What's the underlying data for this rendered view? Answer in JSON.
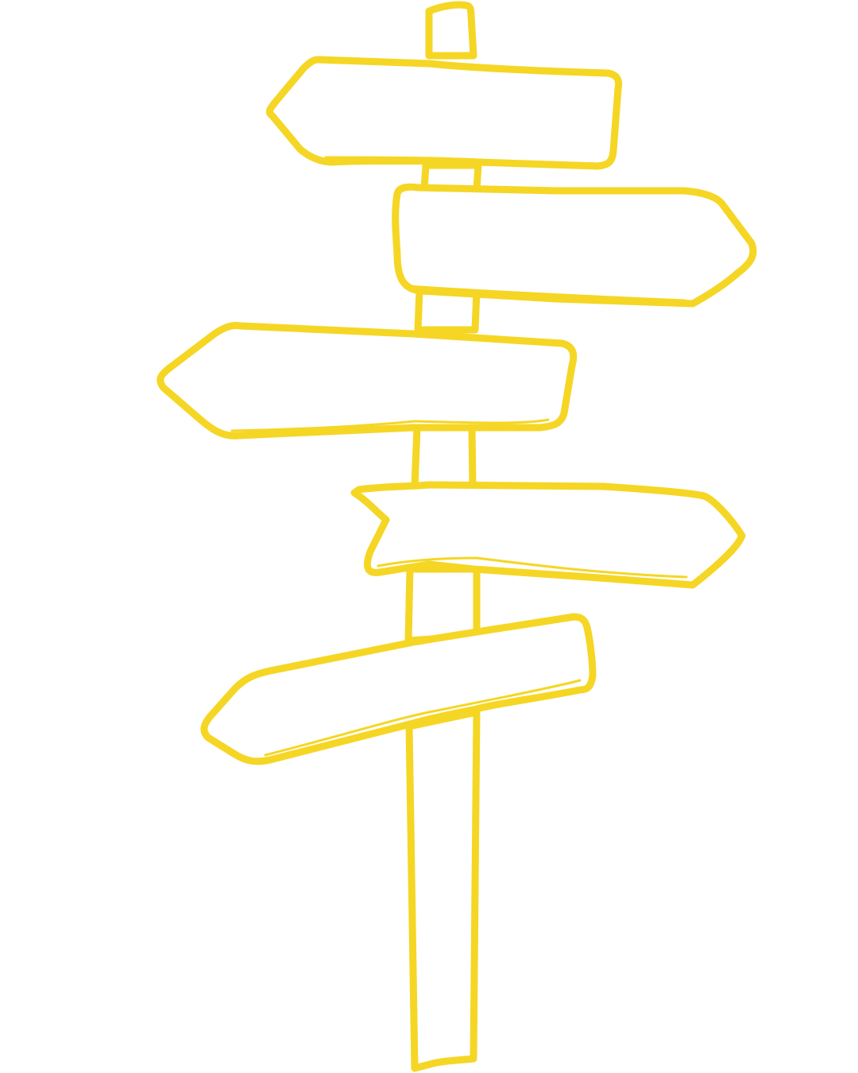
{
  "illustration": {
    "subject": "signpost-icon",
    "style": "hand-drawn outline",
    "colors": {
      "stroke": "#f5d624",
      "fill": "#ffffff",
      "background": "#ffffff"
    },
    "signs": [
      {
        "direction": "left",
        "label": ""
      },
      {
        "direction": "right",
        "label": ""
      },
      {
        "direction": "left",
        "label": ""
      },
      {
        "direction": "right",
        "label": ""
      },
      {
        "direction": "left",
        "label": ""
      }
    ]
  }
}
